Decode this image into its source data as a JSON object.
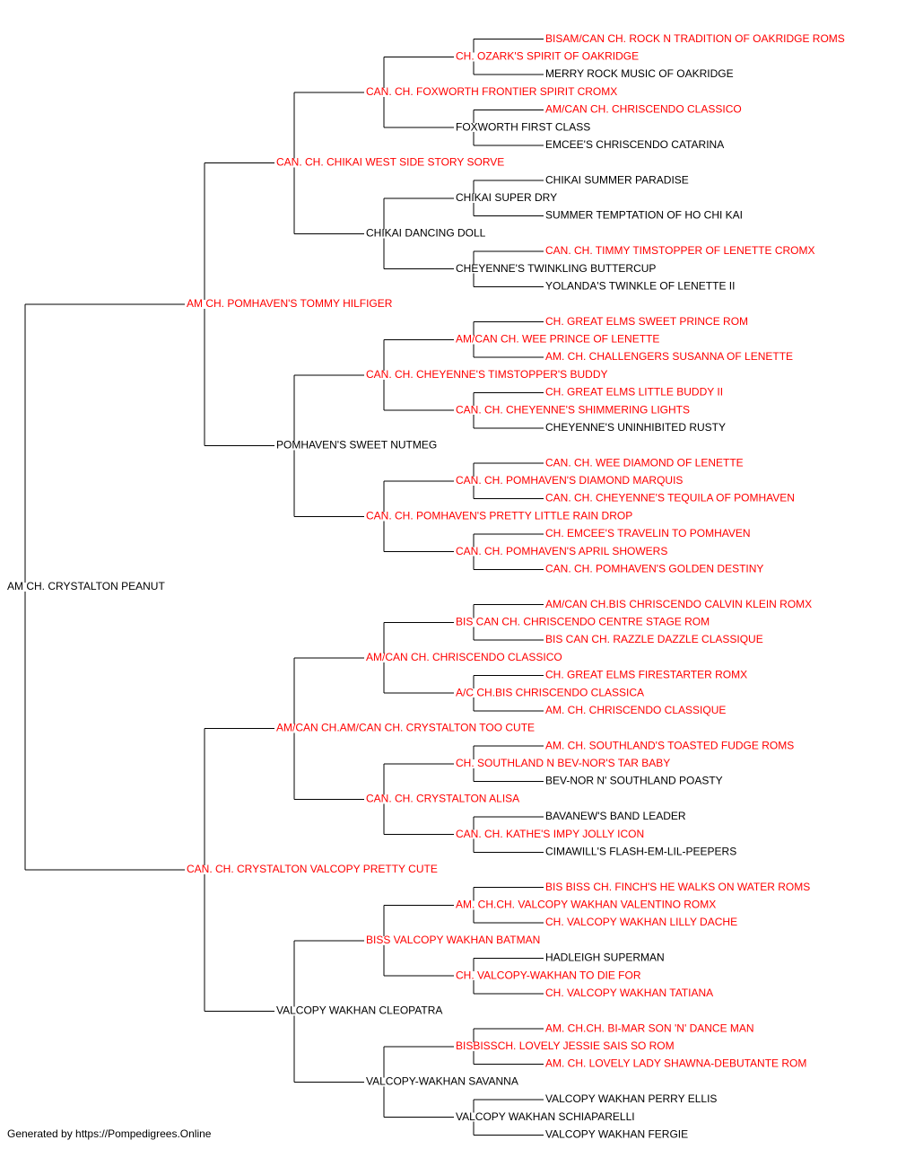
{
  "colors": {
    "champion": "#ff0000",
    "regular": "#000000",
    "line": "#000000"
  },
  "pedigree": {
    "name": "AM CH. CRYSTALTON PEANUT",
    "champion": false,
    "sire": {
      "name": "AM CH. POMHAVEN'S TOMMY HILFIGER",
      "champion": true,
      "sire": {
        "name": "CAN. CH. CHIKAI WEST SIDE STORY SORVE",
        "champion": true,
        "sire": {
          "name": "CAN. CH. FOXWORTH FRONTIER SPIRIT CROMX",
          "champion": true,
          "sire": {
            "name": "CH. OZARK'S SPIRIT OF OAKRIDGE",
            "champion": true,
            "sire": {
              "name": "BISAM/CAN CH. ROCK N TRADITION OF OAKRIDGE ROMS",
              "champion": true
            },
            "dam": {
              "name": "MERRY ROCK MUSIC OF OAKRIDGE",
              "champion": false
            }
          },
          "dam": {
            "name": "FOXWORTH FIRST CLASS",
            "champion": false,
            "sire": {
              "name": "AM/CAN CH. CHRISCENDO CLASSICO",
              "champion": true
            },
            "dam": {
              "name": "EMCEE'S CHRISCENDO CATARINA",
              "champion": false
            }
          }
        },
        "dam": {
          "name": "CHIKAI DANCING DOLL",
          "champion": false,
          "sire": {
            "name": "CHIKAI SUPER DRY",
            "champion": false,
            "sire": {
              "name": "CHIKAI SUMMER PARADISE",
              "champion": false
            },
            "dam": {
              "name": "SUMMER TEMPTATION OF HO CHI KAI",
              "champion": false
            }
          },
          "dam": {
            "name": "CHEYENNE'S TWINKLING BUTTERCUP",
            "champion": false,
            "sire": {
              "name": "CAN. CH. TIMMY TIMSTOPPER OF LENETTE CROMX",
              "champion": true
            },
            "dam": {
              "name": "YOLANDA'S TWINKLE OF LENETTE II",
              "champion": false
            }
          }
        }
      },
      "dam": {
        "name": "POMHAVEN'S SWEET NUTMEG",
        "champion": false,
        "sire": {
          "name": "CAN. CH. CHEYENNE'S TIMSTOPPER'S BUDDY",
          "champion": true,
          "sire": {
            "name": "AM/CAN CH. WEE PRINCE OF LENETTE",
            "champion": true,
            "sire": {
              "name": "CH. GREAT ELMS SWEET PRINCE ROM",
              "champion": true
            },
            "dam": {
              "name": "AM. CH. CHALLENGERS SUSANNA OF LENETTE",
              "champion": true
            }
          },
          "dam": {
            "name": "CAN. CH. CHEYENNE'S SHIMMERING LIGHTS",
            "champion": true,
            "sire": {
              "name": "CH. GREAT ELMS LITTLE BUDDY II",
              "champion": true
            },
            "dam": {
              "name": "CHEYENNE'S UNINHIBITED RUSTY",
              "champion": false
            }
          }
        },
        "dam": {
          "name": "CAN. CH. POMHAVEN'S PRETTY LITTLE RAIN DROP",
          "champion": true,
          "sire": {
            "name": "CAN. CH. POMHAVEN'S DIAMOND MARQUIS",
            "champion": true,
            "sire": {
              "name": "CAN. CH. WEE DIAMOND OF LENETTE",
              "champion": true
            },
            "dam": {
              "name": "CAN. CH. CHEYENNE'S TEQUILA OF POMHAVEN",
              "champion": true
            }
          },
          "dam": {
            "name": "CAN. CH. POMHAVEN'S APRIL SHOWERS",
            "champion": true,
            "sire": {
              "name": "CH. EMCEE'S TRAVELIN TO POMHAVEN",
              "champion": true
            },
            "dam": {
              "name": "CAN. CH. POMHAVEN'S GOLDEN DESTINY",
              "champion": true
            }
          }
        }
      }
    },
    "dam": {
      "name": "CAN. CH. CRYSTALTON VALCOPY PRETTY CUTE",
      "champion": true,
      "sire": {
        "name": "AM/CAN CH.AM/CAN CH. CRYSTALTON TOO CUTE",
        "champion": true,
        "sire": {
          "name": "AM/CAN CH. CHRISCENDO CLASSICO",
          "champion": true,
          "sire": {
            "name": "BIS CAN CH. CHRISCENDO CENTRE STAGE ROM",
            "champion": true,
            "sire": {
              "name": "AM/CAN CH.BIS CHRISCENDO CALVIN KLEIN ROMX",
              "champion": true
            },
            "dam": {
              "name": "BIS CAN CH. RAZZLE DAZZLE CLASSIQUE",
              "champion": true
            }
          },
          "dam": {
            "name": "A/C CH.BIS CHRISCENDO CLASSICA",
            "champion": true,
            "sire": {
              "name": "CH. GREAT ELMS FIRESTARTER ROMX",
              "champion": true
            },
            "dam": {
              "name": "AM. CH. CHRISCENDO CLASSIQUE",
              "champion": true
            }
          }
        },
        "dam": {
          "name": "CAN. CH. CRYSTALTON ALISA",
          "champion": true,
          "sire": {
            "name": "CH. SOUTHLAND N BEV-NOR'S TAR BABY",
            "champion": true,
            "sire": {
              "name": "AM. CH. SOUTHLAND'S TOASTED FUDGE ROMS",
              "champion": true
            },
            "dam": {
              "name": "BEV-NOR N' SOUTHLAND POASTY",
              "champion": false
            }
          },
          "dam": {
            "name": "CAN. CH. KATHE'S IMPY JOLLY ICON",
            "champion": true,
            "sire": {
              "name": "BAVANEW'S BAND LEADER",
              "champion": false
            },
            "dam": {
              "name": "CIMAWILL'S FLASH-EM-LIL-PEEPERS",
              "champion": false
            }
          }
        }
      },
      "dam": {
        "name": "VALCOPY WAKHAN CLEOPATRA",
        "champion": false,
        "sire": {
          "name": "BISS VALCOPY WAKHAN BATMAN",
          "champion": true,
          "sire": {
            "name": "AM. CH.CH. VALCOPY WAKHAN VALENTINO ROMX",
            "champion": true,
            "sire": {
              "name": "BIS BISS CH. FINCH'S HE WALKS ON WATER ROMS",
              "champion": true
            },
            "dam": {
              "name": "CH. VALCOPY WAKHAN LILLY DACHE",
              "champion": true
            }
          },
          "dam": {
            "name": "CH. VALCOPY-WAKHAN TO DIE FOR",
            "champion": true,
            "sire": {
              "name": "HADLEIGH SUPERMAN",
              "champion": false
            },
            "dam": {
              "name": "CH. VALCOPY WAKHAN TATIANA",
              "champion": true
            }
          }
        },
        "dam": {
          "name": "VALCOPY-WAKHAN SAVANNA",
          "champion": false,
          "sire": {
            "name": "BISBISSCH. LOVELY JESSIE SAIS SO ROM",
            "champion": true,
            "sire": {
              "name": "AM. CH.CH. BI-MAR SON 'N' DANCE MAN",
              "champion": true
            },
            "dam": {
              "name": "AM. CH. LOVELY LADY SHAWNA-DEBUTANTE ROM",
              "champion": true
            }
          },
          "dam": {
            "name": "VALCOPY WAKHAN SCHIAPARELLI",
            "champion": false,
            "sire": {
              "name": "VALCOPY WAKHAN PERRY ELLIS",
              "champion": false
            },
            "dam": {
              "name": "VALCOPY WAKHAN FERGIE",
              "champion": false
            }
          }
        }
      }
    }
  },
  "footer": {
    "text": "Generated by https://Pompedigrees.Online"
  }
}
